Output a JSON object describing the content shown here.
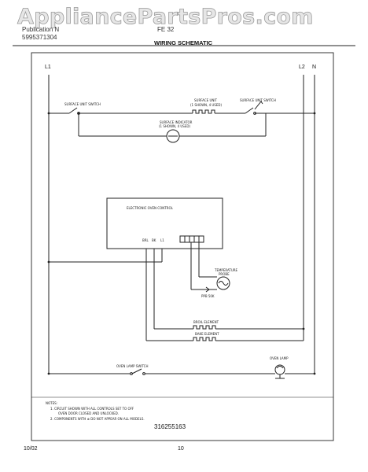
{
  "header": {
    "watermark": "AppliancePartsPros.com",
    "left_line1": "Publication N",
    "left_line2": "5995371304",
    "model": "FE 32",
    "title": "WIRING SCHEMATIC"
  },
  "rails": {
    "l1": "L1",
    "l2": "L2",
    "n": "N"
  },
  "components": {
    "surface_unit_switch_left": "SURFACE UNIT SWITCH",
    "surface_unit_label": "SURFACE UNIT",
    "surface_unit_sub": "(1 SHOWN, 4 USED)",
    "surface_unit_switch_right": "SURFACE UNIT SWITCH",
    "surface_indicator_1": "SURFACE INDICATOR",
    "surface_indicator_2": "(1 SHOWN, 4 USED)",
    "control_title": "ELECTRONIC OVEN CONTROL",
    "pin_brl": "BRL",
    "pin_bk": "BK",
    "pin_l1": "L1",
    "temp_probe_1": "TEMPERATURE",
    "temp_probe_2": "PROBE",
    "probe_ohms": "PPB 50K",
    "broil_element": "BROIL ELEMENT",
    "bake_element": "BAKE ELEMENT",
    "oven_lamp_switch": "OVEN LAMP SWITCH",
    "oven_lamp": "OVEN LAMP"
  },
  "notes": {
    "heading": "NOTES:",
    "n1a": "1.  CIRCUIT SHOWN WITH ALL CONTROLS SET TO OFF",
    "n1b": "OVEN DOOR CLOSED AND UNLOCKED.",
    "n2": "2.  COMPONENTS WITH   ⊗   DO NOT APPEAR ON ALL MODELS."
  },
  "part_number": "316255163",
  "footer": {
    "date": "10/02",
    "page": "10"
  }
}
